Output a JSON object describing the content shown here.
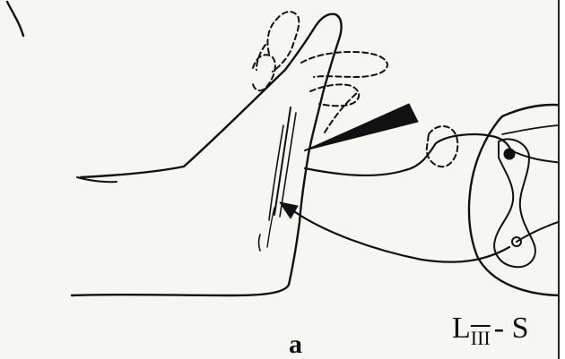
{
  "figure": {
    "panel_label": "a",
    "segment_label": {
      "main": "L",
      "sub": "III",
      "rest": "- S"
    }
  }
}
